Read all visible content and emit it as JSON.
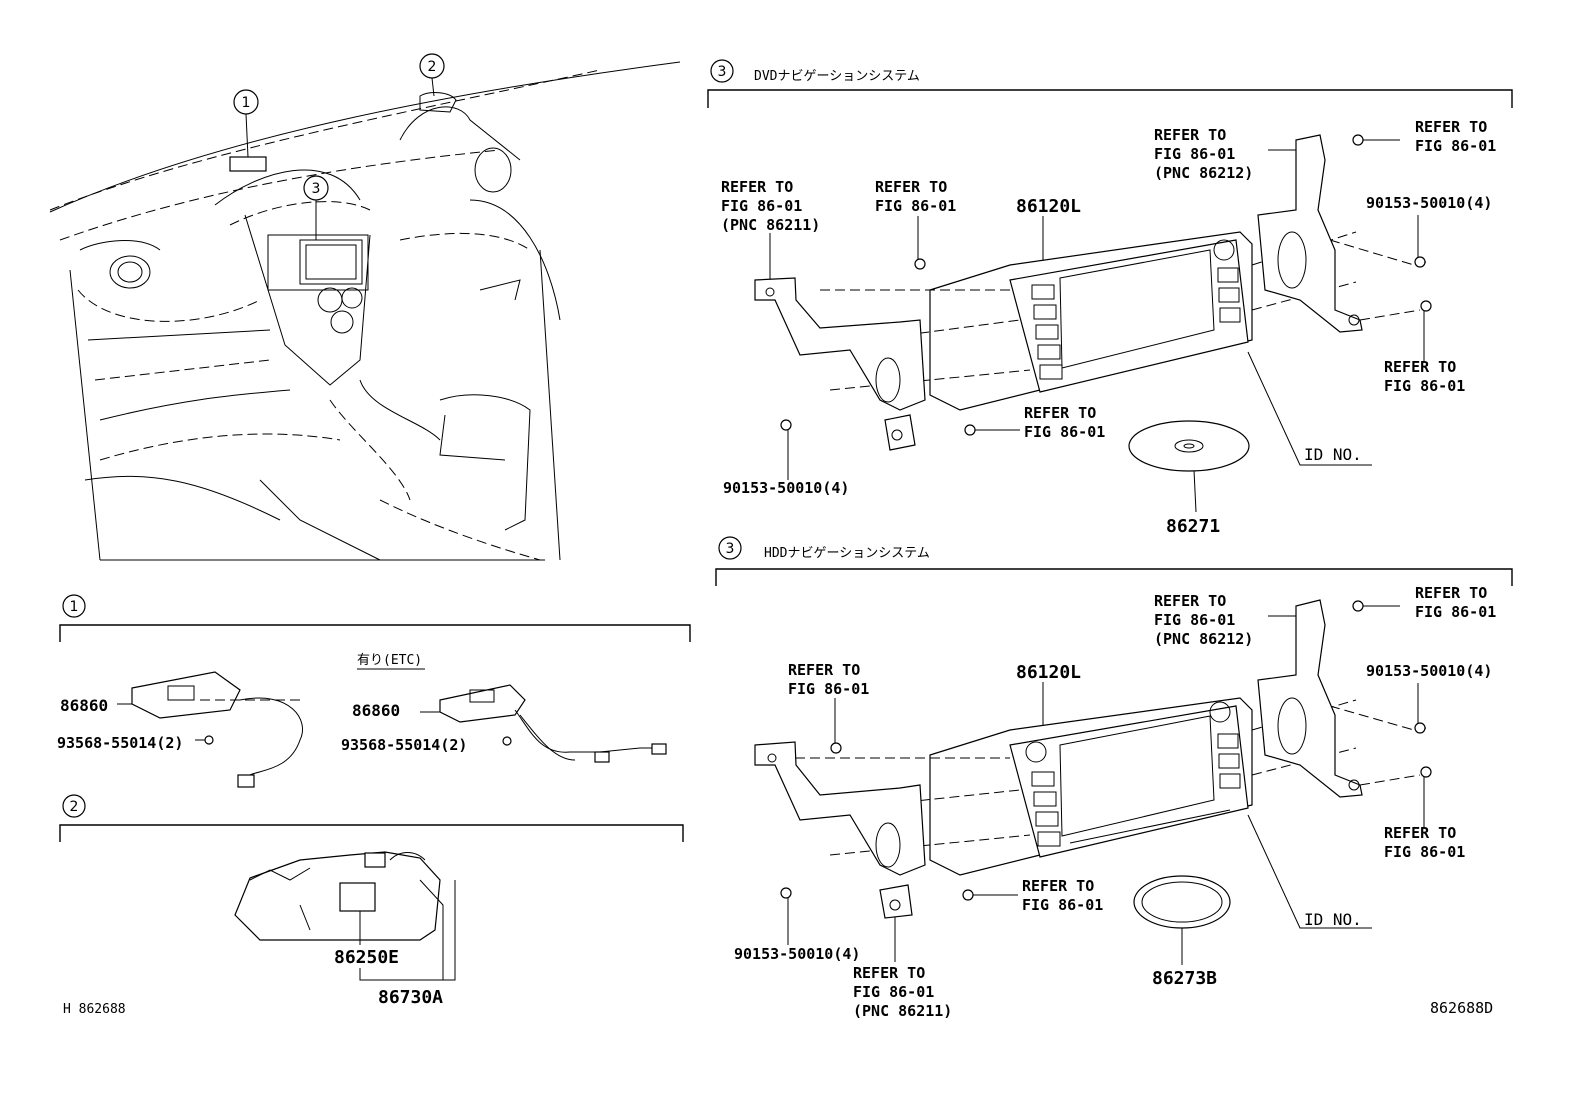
{
  "callouts": {
    "one": "1",
    "two": "2",
    "three": "3"
  },
  "section_dvd": {
    "number": "3",
    "title": "DVDナビゲーションシステム",
    "refer_tl_1": "REFER TO",
    "refer_tl_2": "FIG 86-01",
    "refer_tl_3": "(PNC 86211)",
    "refer_tm_1": "REFER TO",
    "refer_tm_2": "FIG 86-01",
    "refer_tr_1": "REFER TO",
    "refer_tr_2": "FIG 86-01",
    "refer_tr_3": "(PNC 86212)",
    "refer_far_1": "REFER TO",
    "refer_far_2": "FIG 86-01",
    "refer_r_1": "REFER TO",
    "refer_r_2": "FIG 86-01",
    "refer_bm_1": "REFER TO",
    "refer_bm_2": "FIG 86-01",
    "unit": "86120L",
    "screw_r": "90153-50010(4)",
    "screw_l": "90153-50010(4)",
    "id": "ID NO.",
    "disc": "86271"
  },
  "section_hdd": {
    "number": "3",
    "title": "HDDナビゲーションシステム",
    "refer_tl_1": "REFER TO",
    "refer_tl_2": "FIG 86-01",
    "refer_tr_1": "REFER TO",
    "refer_tr_2": "FIG 86-01",
    "refer_tr_3": "(PNC 86212)",
    "refer_far_1": "REFER TO",
    "refer_far_2": "FIG 86-01",
    "refer_r_1": "REFER TO",
    "refer_r_2": "FIG 86-01",
    "refer_bm_1": "REFER TO",
    "refer_bm_2": "FIG 86-01",
    "refer_bl_1": "REFER TO",
    "refer_bl_2": "FIG 86-01",
    "refer_bl_3": "(PNC 86211)",
    "unit": "86120L",
    "screw_r": "90153-50010(4)",
    "screw_l": "90153-50010(4)",
    "id": "ID NO.",
    "ring": "86273B"
  },
  "section_1": {
    "number": "1",
    "part_left": "86860",
    "screw_left": "93568-55014(2)",
    "etc_label": "有り(ETC)",
    "part_right": "86860",
    "screw_right": "93568-55014(2)"
  },
  "section_2": {
    "number": "2",
    "part_a": "86250E",
    "part_b": "86730A"
  },
  "footer": {
    "left_code": "H 862688",
    "right_code": "862688D"
  }
}
